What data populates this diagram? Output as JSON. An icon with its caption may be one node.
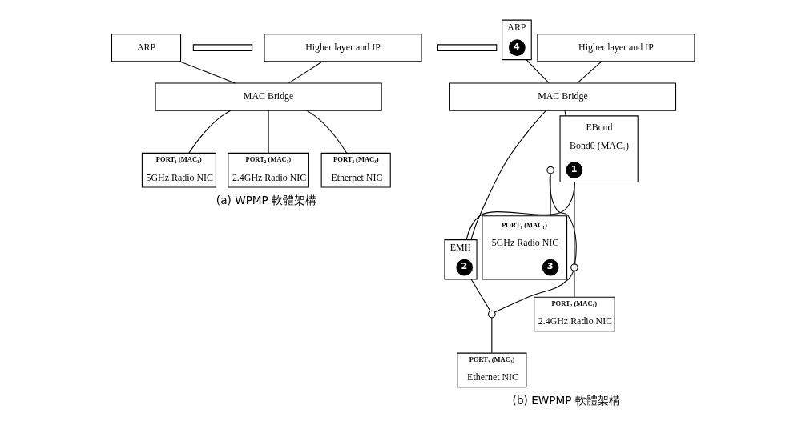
{
  "diagram": {
    "nodes": [
      {
        "text": [
          "Higher layer and IP"
        ]
      },
      {
        "text": [],
        "shape": "bar"
      },
      {
        "text": [
          "ARP"
        ]
      },
      {
        "text": [
          "MAC Bridge"
        ]
      },
      {
        "text": [
          "PORT₁ (MAC₁)",
          "5GHz Radio NIC"
        ]
      },
      {
        "text": [
          "PORT₂ (MAC₁)",
          "2.4GHz Radio NIC"
        ]
      },
      {
        "text": [
          "PORT₃ (MAC₃)",
          "Ethernet NIC"
        ]
      },
      {
        "text": [
          "Higher layer and IP"
        ]
      },
      {
        "text": [],
        "shape": "bar"
      },
      {
        "text": [
          "ARP"
        ]
      },
      {
        "text": [
          "4"
        ],
        "in": 9
      },
      {
        "text": [
          "MAC Bridge"
        ]
      },
      {
        "text": [
          "EBond",
          "Bond0 (MAC₁)"
        ]
      },
      {
        "text": [
          "1"
        ],
        "in": 12
      },
      {
        "text": [
          "EMII"
        ]
      },
      {
        "text": [
          "2"
        ],
        "in": 14
      },
      {
        "text": [],
        "shape": "circle"
      },
      {
        "text": [],
        "shape": "circle"
      },
      {
        "text": [],
        "shape": "circle"
      },
      {
        "text": [
          "PORT₁ (MAC₁)",
          "5GHz Radio NIC"
        ]
      },
      {
        "text": [
          "3"
        ],
        "in": 19
      },
      {
        "text": [
          "PORT₂ (MAC₁)",
          "2.4GHz Radio NIC"
        ]
      },
      {
        "text": [
          "PORT₃ (MAC₃)",
          "Ethernet NIC"
        ]
      }
    ],
    "edges": [
      {
        "from": 0,
        "to": 3,
        "arrow": "none"
      },
      {
        "from": 2,
        "to": 3,
        "arrow": "none"
      },
      {
        "from": 3,
        "to": 4,
        "arrow": "none"
      },
      {
        "from": 3,
        "to": 5,
        "arrow": "none"
      },
      {
        "from": 3,
        "to": 6,
        "arrow": "none"
      },
      {
        "from": 7,
        "to": 11,
        "arrow": "none"
      },
      {
        "from": 9,
        "to": 11,
        "arrow": "none"
      },
      {
        "from": 11,
        "to": 12,
        "arrow": "none"
      },
      {
        "from": 11,
        "to": 14,
        "arrow": "none"
      },
      {
        "from": 12,
        "to": 14,
        "arrow": "none"
      },
      {
        "from": 12,
        "to": 17,
        "arrow": "none"
      },
      {
        "from": 16,
        "to": 17,
        "arrow": "none"
      },
      {
        "from": 17,
        "to": 18,
        "arrow": "none"
      },
      {
        "from": 14,
        "to": 18,
        "arrow": "none"
      },
      {
        "from": 16,
        "to": 19,
        "arrow": "none"
      },
      {
        "from": 17,
        "to": 21,
        "arrow": "none"
      },
      {
        "from": 18,
        "to": 22,
        "arrow": "none"
      }
    ],
    "labels": [
      "(a) WPMP 軟體架構",
      "(b) EWPMP 軟體架構"
    ]
  }
}
